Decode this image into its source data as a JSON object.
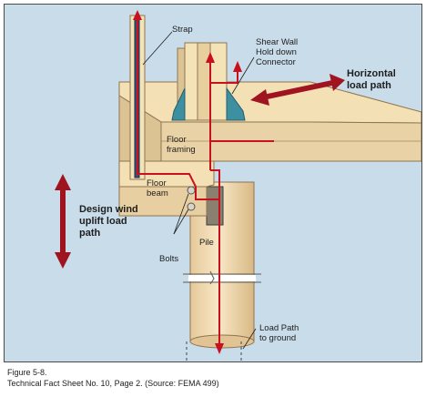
{
  "diagram": {
    "labels": {
      "strap": "Strap",
      "connector": "Shear Wall\nHold down\nConnector",
      "horizontal": "Horizontal\nload path",
      "floor_framing": "Floor\nframing",
      "floor_beam": "Floor\nbeam",
      "uplift": "Design wind\nuplift load\npath",
      "bolts": "Bolts",
      "pile": "Pile",
      "ground": "Load Path\nto ground"
    },
    "colors": {
      "background": "#c9dcea",
      "wood": "#f5e3b8",
      "wood_shade": "#dcc394",
      "pile": "#f3ddb4",
      "load_path": "#c8101e",
      "arrow_dark": "#a01420",
      "connector": "#3e8fa0"
    }
  },
  "caption": {
    "figure": "Figure 5-8.",
    "text": "Technical Fact Sheet No. 10, Page 2. (Source: FEMA 499)"
  }
}
